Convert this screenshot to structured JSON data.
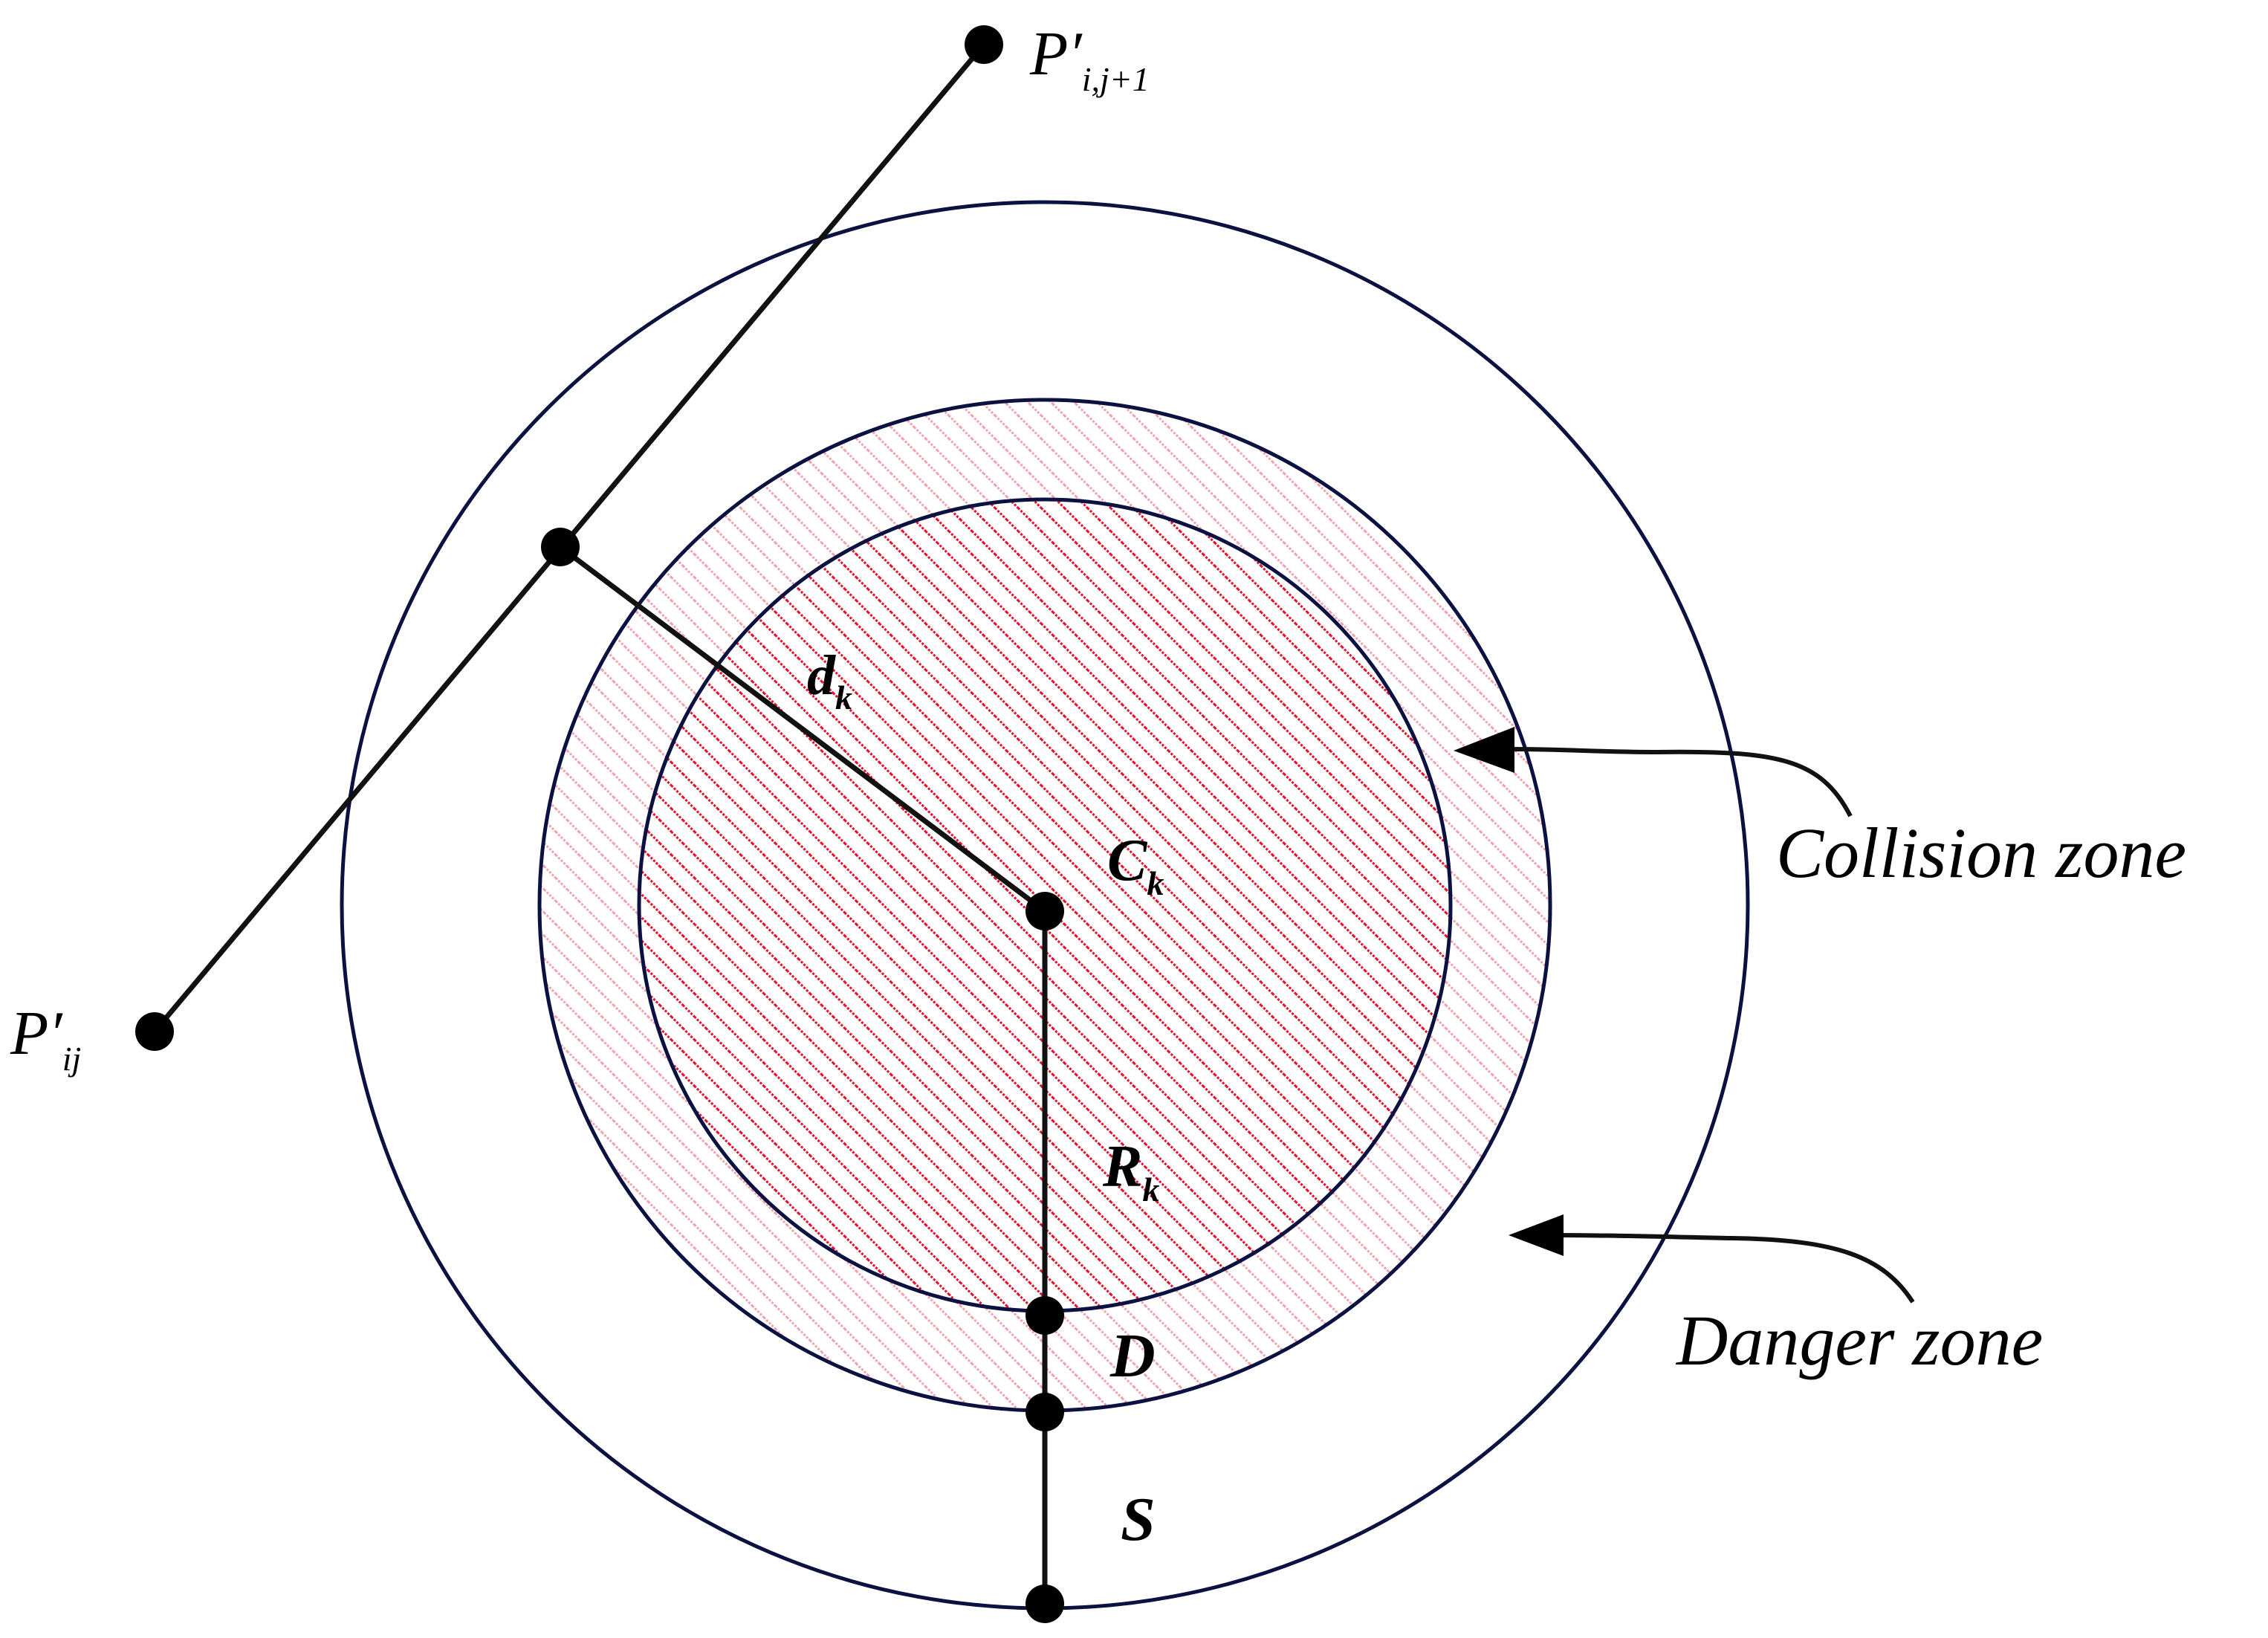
{
  "labels": {
    "p_next": {
      "main": "P′",
      "sub": "i,j+1"
    },
    "p_curr": {
      "main": "P′",
      "sub": "ij"
    },
    "dk": {
      "main": "d",
      "sub": "k"
    },
    "ck": {
      "main": "C",
      "sub": "k"
    },
    "rk": {
      "main": "R",
      "sub": "k"
    },
    "d": "D",
    "s": "S",
    "collision_zone": "Collision zone",
    "danger_zone": "Danger zone"
  },
  "colors": {
    "circle_stroke": "#0b1140",
    "hatch_collision": "#e8102a",
    "hatch_danger": "#f4a0ad",
    "line": "#111111",
    "node": "#000000"
  },
  "icons": {
    "pointer": "arrow-icon",
    "node": "point-icon"
  }
}
